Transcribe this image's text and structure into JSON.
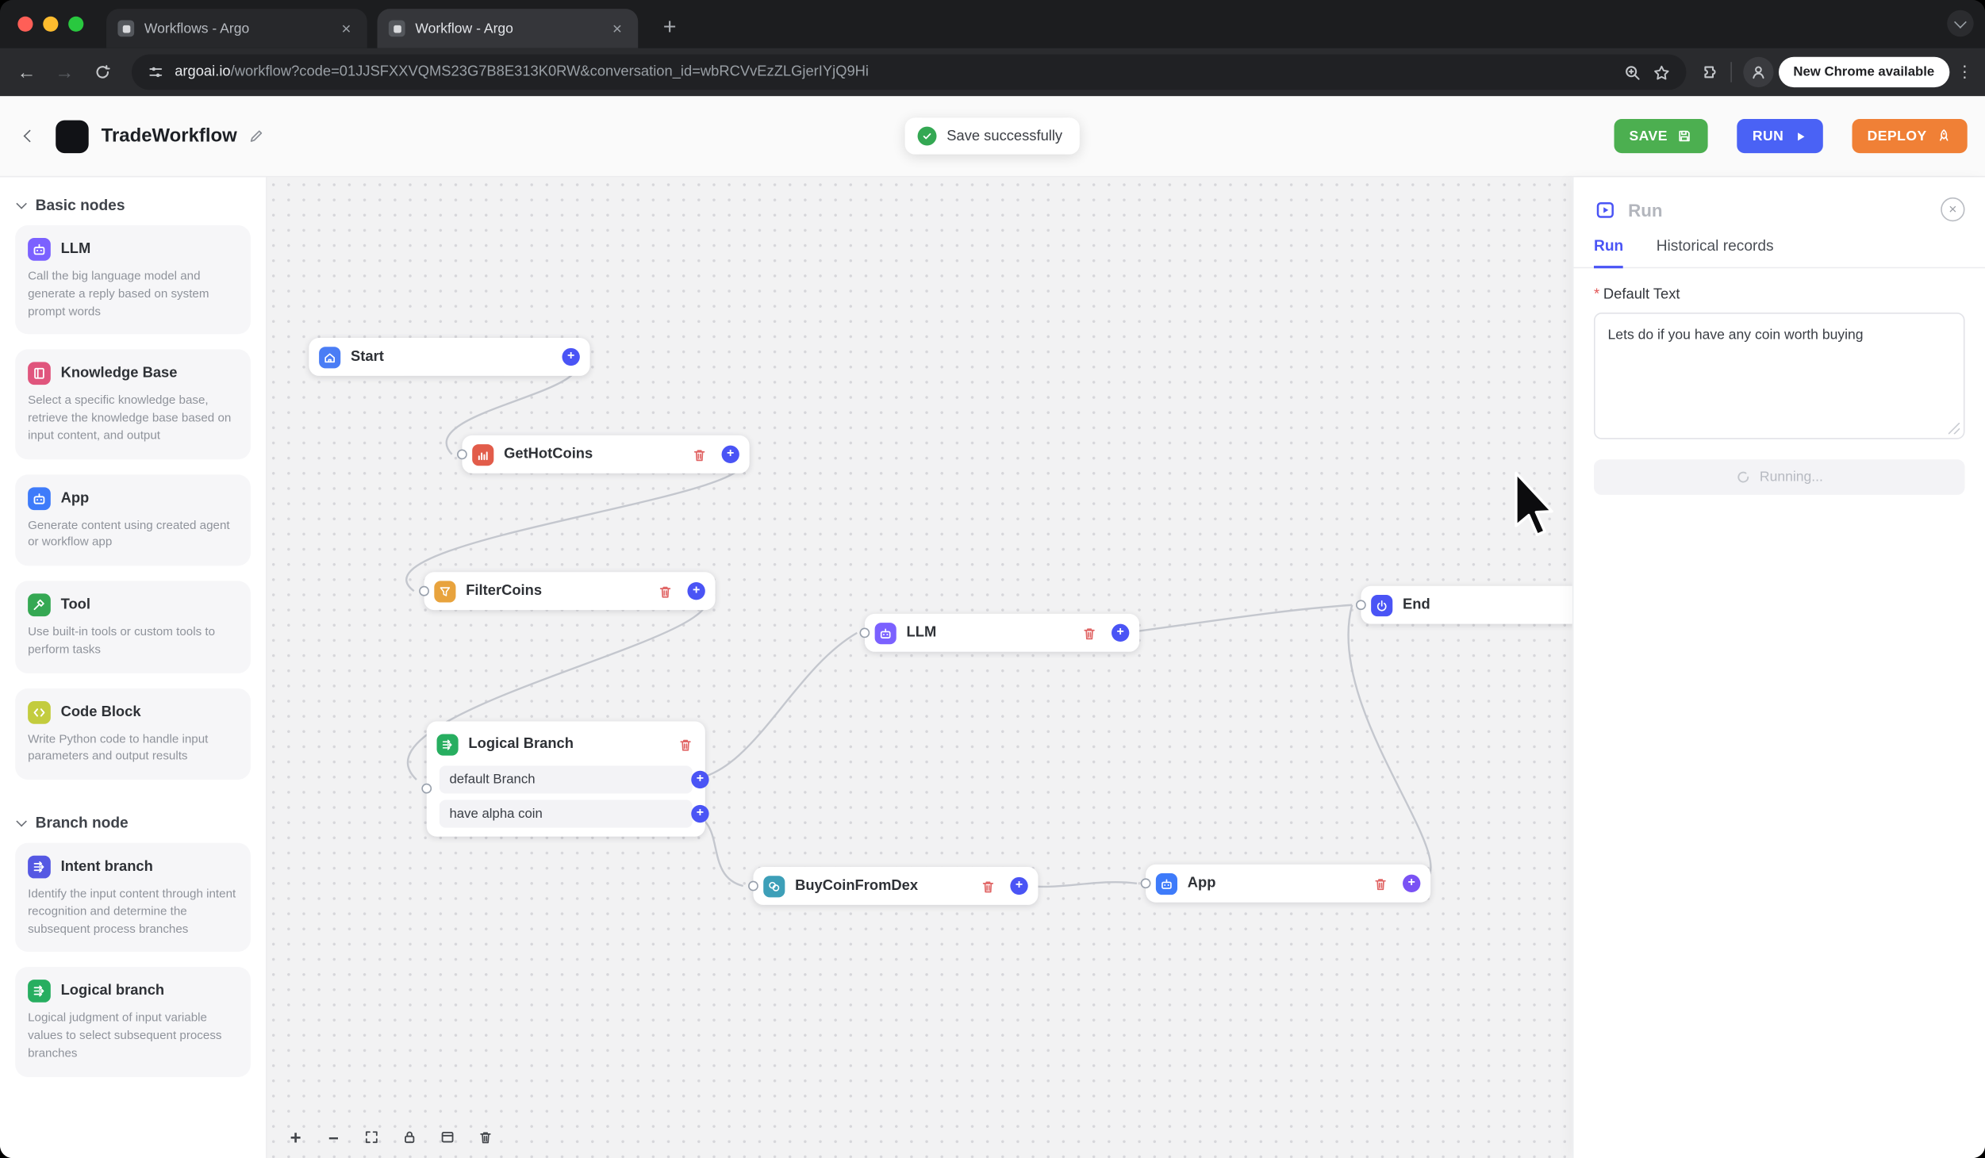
{
  "browser": {
    "tabs": [
      {
        "title": "Workflows - Argo"
      },
      {
        "title": "Workflow - Argo"
      }
    ],
    "url": {
      "domain": "argoai.io",
      "path": "/workflow?code=01JJSFXXVQMS23G7B8E313K0RW&conversation_id=wbRCVvEzZLGjerIYjQ9Hi"
    },
    "update_chip": "New Chrome available"
  },
  "header": {
    "title": "TradeWorkflow",
    "toast": "Save successfully",
    "save": "SAVE",
    "run": "RUN",
    "deploy": "DEPLOY"
  },
  "sidebar": {
    "sections": [
      {
        "label": "Basic nodes",
        "items": [
          {
            "title": "LLM",
            "desc": "Call the big language model and generate a reply based on system prompt words"
          },
          {
            "title": "Knowledge Base",
            "desc": "Select a specific knowledge base, retrieve the knowledge base based on input content, and output"
          },
          {
            "title": "App",
            "desc": "Generate content using created agent or workflow app"
          },
          {
            "title": "Tool",
            "desc": "Use built-in tools or custom tools to perform tasks"
          },
          {
            "title": "Code Block",
            "desc": "Write Python code to handle input parameters and output results"
          }
        ]
      },
      {
        "label": "Branch node",
        "items": [
          {
            "title": "Intent branch",
            "desc": "Identify the input content through intent recognition and determine the subsequent process branches"
          },
          {
            "title": "Logical branch",
            "desc": "Logical judgment of input variable values to select subsequent process branches"
          }
        ]
      }
    ]
  },
  "canvas": {
    "nodes": {
      "start": {
        "label": "Start"
      },
      "get_hot_coins": {
        "label": "GetHotCoins"
      },
      "filter_coins": {
        "label": "FilterCoins"
      },
      "llm": {
        "label": "LLM"
      },
      "logical_branch": {
        "label": "Logical Branch",
        "branches": [
          {
            "label": "default Branch"
          },
          {
            "label": "have alpha coin"
          }
        ]
      },
      "buy_coin_from_dex": {
        "label": "BuyCoinFromDex"
      },
      "app": {
        "label": "App"
      },
      "end": {
        "label": "End"
      }
    }
  },
  "panel": {
    "title": "Run",
    "tabs": [
      {
        "label": "Run"
      },
      {
        "label": "Historical records"
      }
    ],
    "required": "*",
    "field_label": "Default Text",
    "field_value": "Lets do if you have any coin worth buying",
    "run_button": "Running..."
  },
  "colors": {
    "accent_blue": "#4a54f5",
    "save_green": "#4caf50",
    "deploy_orange": "#f08036",
    "toast_green": "#34a853",
    "trash_red": "#e06464"
  }
}
